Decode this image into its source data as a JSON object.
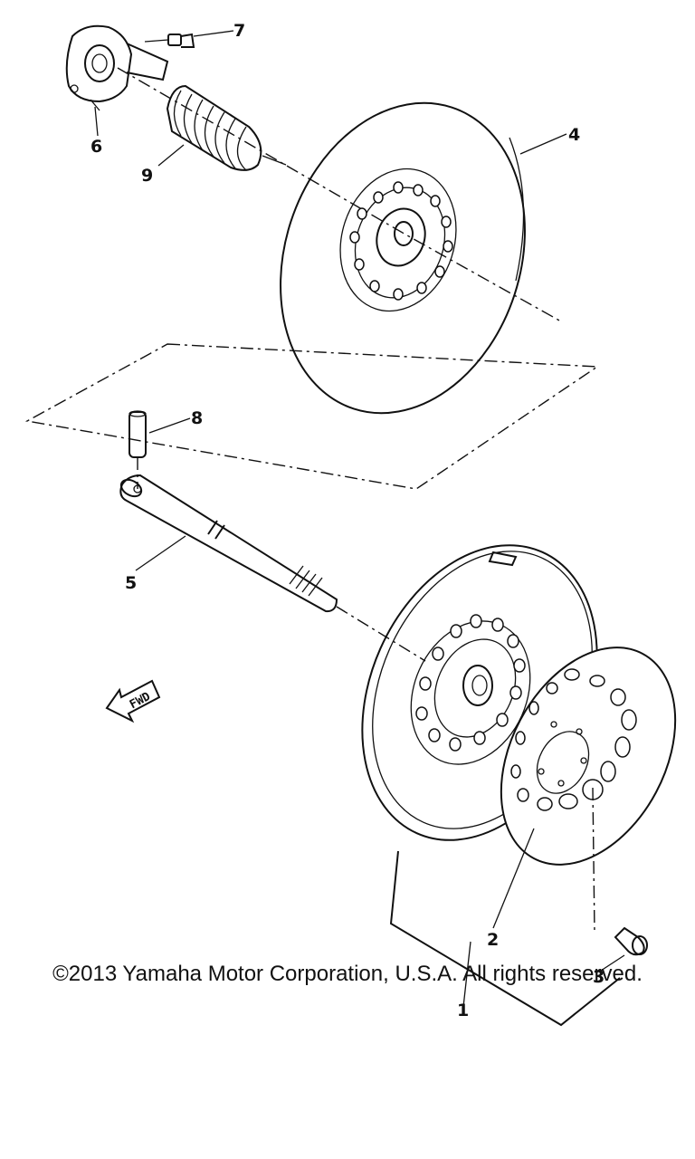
{
  "callouts": {
    "c1": "1",
    "c2": "2",
    "c3": "3",
    "c4": "4",
    "c5": "5",
    "c6": "6",
    "c7": "7",
    "c8": "8",
    "c9": "9"
  },
  "fwd_label": "FWD",
  "copyright": "©2013 Yamaha Motor Corporation, U.S.A. All rights reserved."
}
